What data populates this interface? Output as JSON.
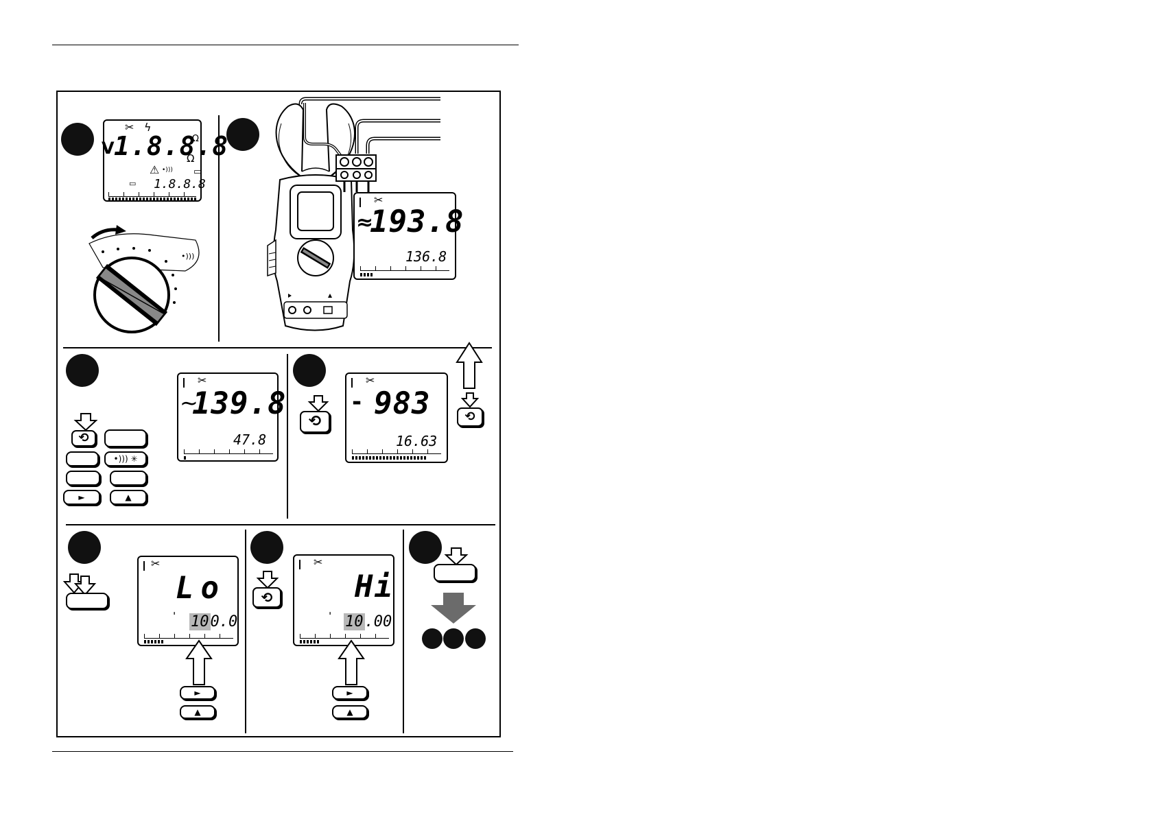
{
  "steps": {
    "s1": {
      "lcd_main": "1.8.8.8",
      "lcd_sub": "1.8.8.8",
      "prefix": "V",
      "icons": [
        "scissor-clamp-icon",
        "lightning-icon",
        "ohm-icon",
        "ohm-subscript-icon",
        "battery-icon",
        "warning-icon",
        "beep-icon"
      ],
      "symbols": {
        "ohm": "Ω",
        "ohm2": "Ω",
        "beep": "•)))"
      }
    },
    "s2": {
      "lcd_main": "193.8",
      "lcd_sub": "136.8",
      "prefix": "≈"
    },
    "s3": {
      "lcd_main": "139.8",
      "lcd_sub": "47.8",
      "prefix": "~",
      "keypad": {
        "play": "►",
        "up": "▲",
        "beep_light": "•))) ✳"
      }
    },
    "s4": {
      "lcd_main": "983",
      "lcd_sub": "16.63",
      "prefix": "-"
    },
    "s5": {
      "lcd_main": "Lo",
      "lcd_sub": "100.0",
      "sub_highlight": "10",
      "sub_rest": "0.0",
      "keys": {
        "play": "►",
        "up": "▲"
      }
    },
    "s6": {
      "lcd_main": "Hi",
      "lcd_sub": "10.00",
      "sub_highlight": "10",
      "sub_rest": ".00",
      "keys": {
        "play": "►",
        "up": "▲"
      }
    },
    "s7": {
      "icons": [
        "down-arrow-icon",
        "three-dots-icon"
      ]
    }
  },
  "colors": {
    "ink": "#000000",
    "badge": "#111111",
    "highlight": "#b8b8b8",
    "arrow_gray": "#6b6b6b"
  }
}
